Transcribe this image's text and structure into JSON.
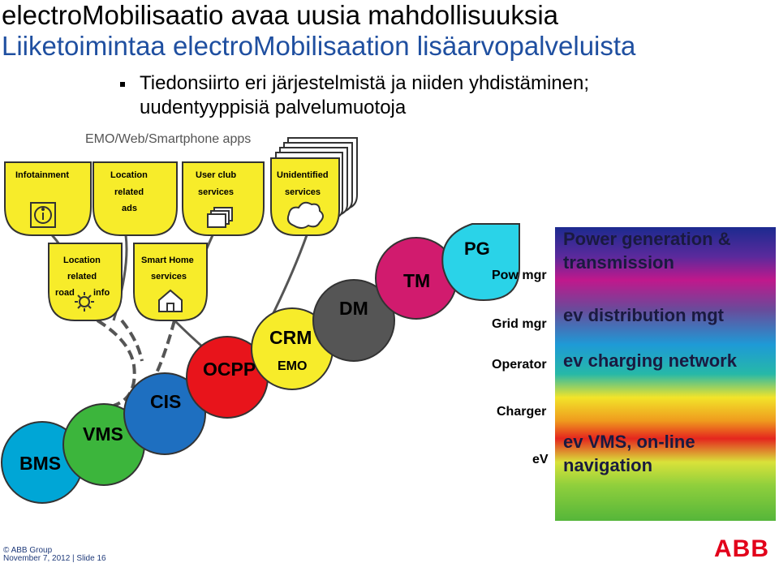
{
  "header": {
    "title_line1": "electroMobilisaatio avaa uusia mahdollisuuksia",
    "title_line2": "Liiketoimintaa electroMobilisaation lisäarvopalveluista",
    "bullet_line1": "Tiedonsiirto eri järjestelmistä ja niiden yhdistäminen;",
    "bullet_line2": "uudentyyppisiä palvelumuotoja"
  },
  "apps_label": "EMO/Web/Smartphone apps",
  "top_shapes": {
    "infotainment": "Infotainment",
    "location_ads": [
      "Location",
      "related",
      "ads"
    ],
    "user_club": [
      "User club",
      "services"
    ],
    "unidentified": [
      "Unidentified",
      "services"
    ]
  },
  "mid_shapes": {
    "location_info": [
      "Location",
      "related",
      "road",
      "info"
    ],
    "smart_home": [
      "Smart Home",
      "services"
    ]
  },
  "circles": {
    "bms": "BMS",
    "vms": "VMS",
    "cis": "CIS",
    "ocpp": "OCPP",
    "crm": "CRM",
    "emo": "EMO",
    "dm": "DM",
    "tm": "TM",
    "pg": "PG"
  },
  "right_labels": {
    "pow_mgr": "Pow mgr",
    "grid_mgr": "Grid mgr",
    "operator": "Operator",
    "charger": "Charger",
    "ev": "eV"
  },
  "band_labels": {
    "power": "Power generation & transmission",
    "power_line1": "Power generation &",
    "power_line2": "transmission",
    "distribution": "ev distribution mgt",
    "charging": "ev charging network",
    "vms_line1": "ev VMS, on-line",
    "vms_line2": "navigation"
  },
  "colors": {
    "yellow": "#f7ec2a",
    "bms": "#00a6d6",
    "vms": "#3cb53c",
    "cis": "#1e6fc0",
    "ocpp": "#e8141b",
    "crm": "#f7ec2a",
    "dm": "#555555",
    "tm": "#d11b6e",
    "pg": "#2ad3e8"
  },
  "footer": {
    "copyright": "© ABB Group",
    "date": "November 7, 2012 | Slide 16",
    "logo": "ABB"
  }
}
